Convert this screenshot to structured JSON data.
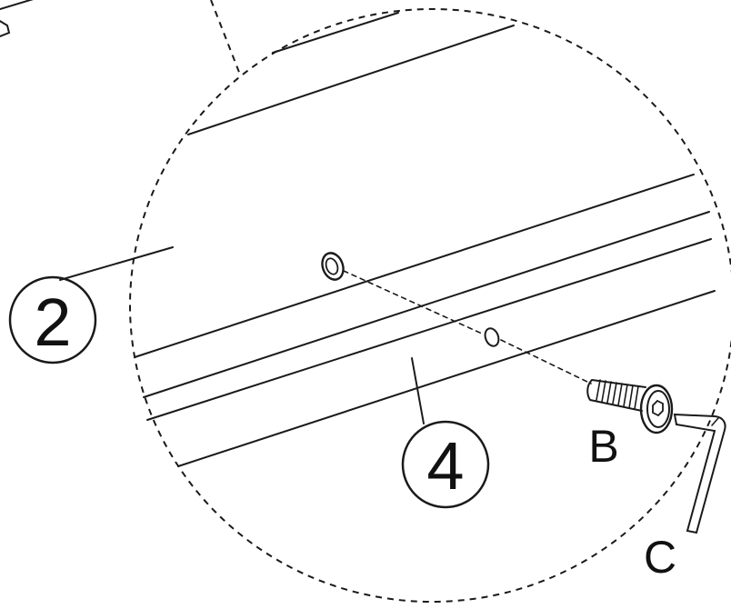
{
  "diagram": {
    "callouts": {
      "part_2": "2",
      "part_4": "4",
      "hardware_b": "B",
      "hardware_c": "C"
    },
    "icons": {
      "screw": "allen-bolt-icon",
      "key": "allen-key-icon",
      "holes": "bolt-hole-icon"
    },
    "colors": {
      "ink": "#1a1a1a",
      "background": "#ffffff"
    }
  }
}
